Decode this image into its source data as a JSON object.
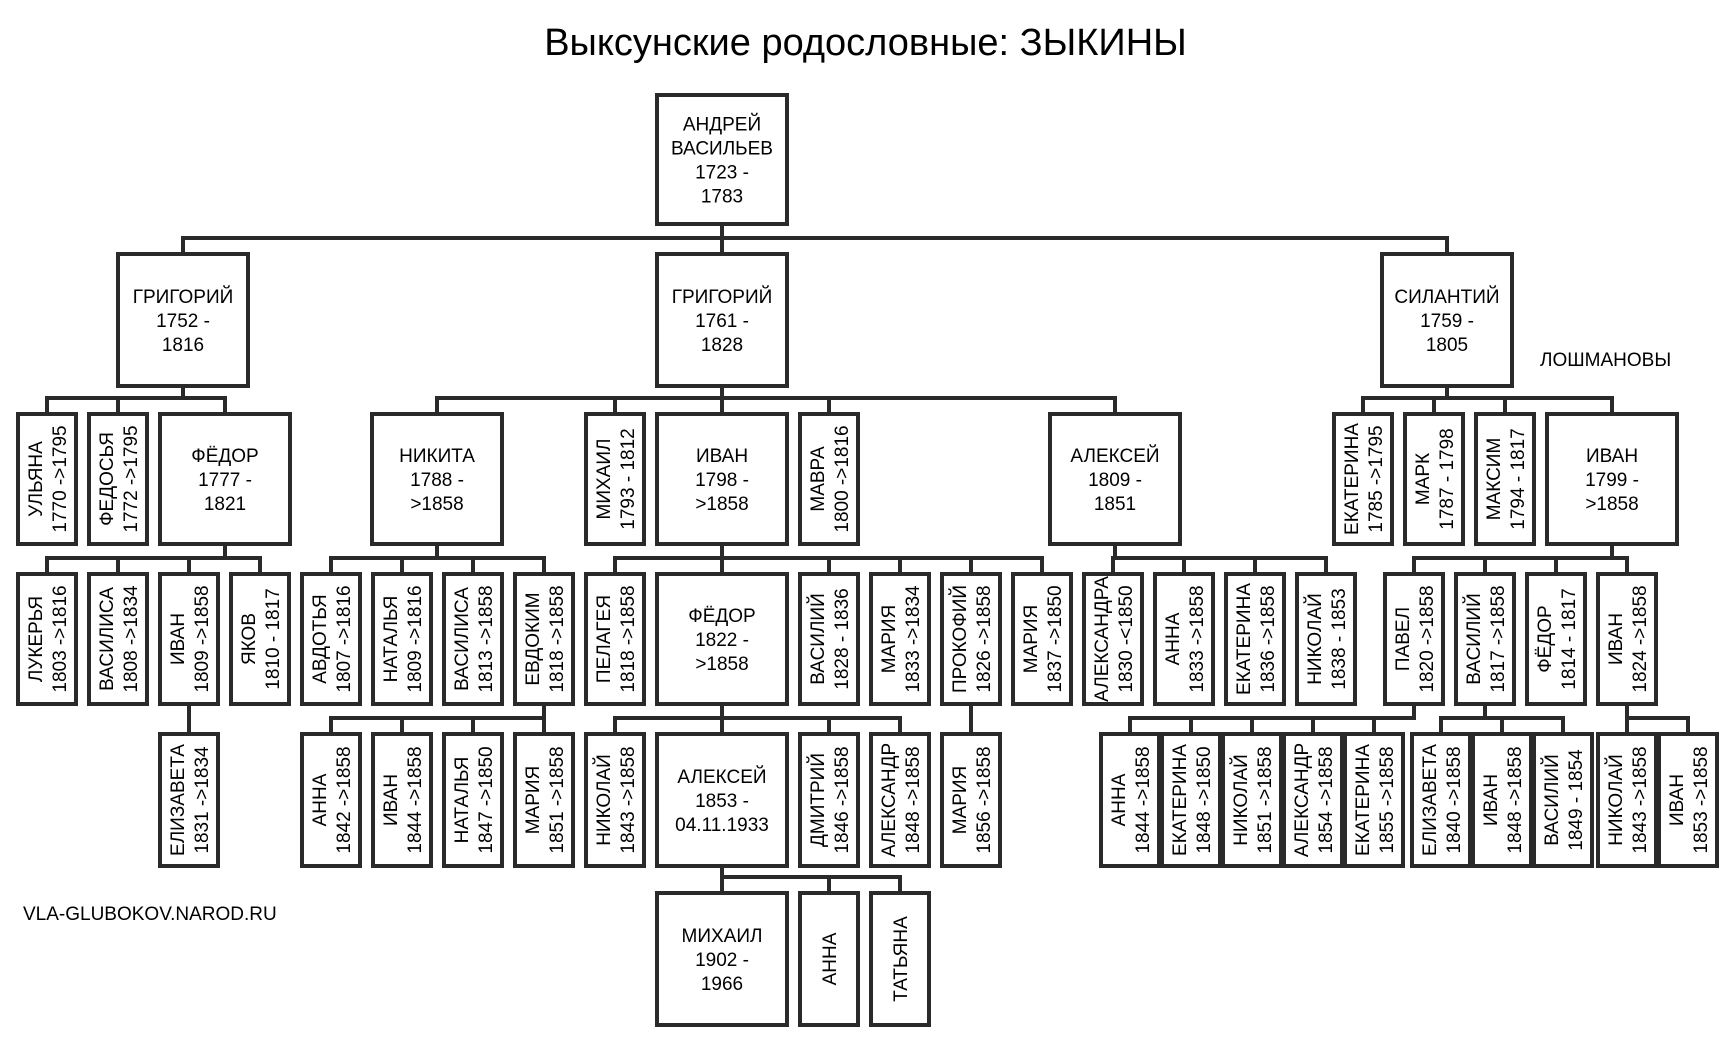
{
  "title": "Выксунские родословные: ЗЫКИНЫ",
  "side_label": "ЛОШМАНОВЫ",
  "watermark": "VLA-GLUBOKOV.NAROD.RU",
  "people": [
    {
      "id": "andrey",
      "name": "АНДРЕЙ ВАСИЛЬЕВ",
      "dates": "1723 - 1783",
      "lines": [
        "АНДРЕЙ",
        "ВАСИЛЬЕВ",
        "1723 -",
        "1783"
      ],
      "parent": null,
      "vertical": false
    },
    {
      "id": "grigoriy1752",
      "name": "ГРИГОРИЙ",
      "dates": "1752 - 1816",
      "lines": [
        "ГРИГОРИЙ",
        "1752 -",
        "1816"
      ],
      "parent": "andrey",
      "vertical": false
    },
    {
      "id": "grigoriy1761",
      "name": "ГРИГОРИЙ",
      "dates": "1761 - 1828",
      "lines": [
        "ГРИГОРИЙ",
        "1761 -",
        "1828"
      ],
      "parent": "andrey",
      "vertical": false
    },
    {
      "id": "silantiy",
      "name": "СИЛАНТИЙ",
      "dates": "1759 - 1805",
      "lines": [
        "СИЛАНТИЙ",
        "1759 -",
        "1805"
      ],
      "parent": "andrey",
      "vertical": false
    },
    {
      "id": "ulyana",
      "lines": [
        "УЛЬЯНА",
        "1770 ->1795"
      ],
      "parent": "grigoriy1752",
      "vertical": true
    },
    {
      "id": "fedosya",
      "lines": [
        "ФЕДОСЬЯ",
        "1772 ->1795"
      ],
      "parent": "grigoriy1752",
      "vertical": true
    },
    {
      "id": "fedor1777",
      "lines": [
        "ФЁДОР",
        "1777 -",
        "1821"
      ],
      "parent": "grigoriy1752",
      "vertical": false
    },
    {
      "id": "lukerya",
      "lines": [
        "ЛУКЕРЬЯ",
        "1803 ->1816"
      ],
      "parent": "fedor1777",
      "vertical": true
    },
    {
      "id": "vasilisa1808",
      "lines": [
        "ВАСИЛИСА",
        "1808 ->1834"
      ],
      "parent": "fedor1777",
      "vertical": true
    },
    {
      "id": "ivan1809",
      "lines": [
        "ИВАН",
        "1809 ->1858"
      ],
      "parent": "fedor1777",
      "vertical": true
    },
    {
      "id": "yakov",
      "lines": [
        "ЯКОВ",
        "1810 - 1817"
      ],
      "parent": "fedor1777",
      "vertical": true
    },
    {
      "id": "elizaveta1831",
      "lines": [
        "ЕЛИЗАВЕТА",
        "1831 ->1834"
      ],
      "parent": "ivan1809",
      "vertical": true
    },
    {
      "id": "nikita",
      "lines": [
        "НИКИТА",
        "1788 -",
        ">1858"
      ],
      "parent": "grigoriy1761",
      "vertical": false
    },
    {
      "id": "mikhail1793",
      "lines": [
        "МИХАИЛ",
        "1793 - 1812"
      ],
      "parent": "grigoriy1761",
      "vertical": true
    },
    {
      "id": "ivan1798",
      "lines": [
        "ИВАН",
        "1798 -",
        ">1858"
      ],
      "parent": "grigoriy1761",
      "vertical": false
    },
    {
      "id": "mavra",
      "lines": [
        "МАВРА",
        "1800 ->1816"
      ],
      "parent": "grigoriy1761",
      "vertical": true
    },
    {
      "id": "aleksey1809",
      "lines": [
        "АЛЕКСЕЙ",
        "1809 -",
        "1851"
      ],
      "parent": "grigoriy1761",
      "vertical": false
    },
    {
      "id": "avdotya",
      "lines": [
        "АВДОТЬЯ",
        "1807 ->1816"
      ],
      "parent": "nikita",
      "vertical": true
    },
    {
      "id": "natalya1809",
      "lines": [
        "НАТАЛЬЯ",
        "1809 ->1816"
      ],
      "parent": "nikita",
      "vertical": true
    },
    {
      "id": "vasilisa1813",
      "lines": [
        "ВАСИЛИСА",
        "1813 ->1858"
      ],
      "parent": "nikita",
      "vertical": true
    },
    {
      "id": "evdokim",
      "lines": [
        "ЕВДОКИМ",
        "1818 ->1858"
      ],
      "parent": "nikita",
      "vertical": true
    },
    {
      "id": "anna1842",
      "lines": [
        "АННА",
        "1842 ->1858"
      ],
      "parent": "evdokim",
      "vertical": true
    },
    {
      "id": "ivan1844",
      "lines": [
        "ИВАН",
        "1844 ->1858"
      ],
      "parent": "evdokim",
      "vertical": true
    },
    {
      "id": "natalya1847",
      "lines": [
        "НАТАЛЬЯ",
        "1847 ->1850"
      ],
      "parent": "evdokim",
      "vertical": true
    },
    {
      "id": "mariya1851",
      "lines": [
        "МАРИЯ",
        "1851 ->1858"
      ],
      "parent": "evdokim",
      "vertical": true
    },
    {
      "id": "pelageya",
      "lines": [
        "ПЕЛАГЕЯ",
        "1818 ->1858"
      ],
      "parent": "ivan1798",
      "vertical": true
    },
    {
      "id": "fedor1822",
      "lines": [
        "ФЁДОР",
        "1822 -",
        ">1858"
      ],
      "parent": "ivan1798",
      "vertical": false
    },
    {
      "id": "vasiliy1828",
      "lines": [
        "ВАСИЛИЙ",
        "1828 - 1836"
      ],
      "parent": "ivan1798",
      "vertical": true
    },
    {
      "id": "mariya1833",
      "lines": [
        "МАРИЯ",
        "1833 ->1834"
      ],
      "parent": "ivan1798",
      "vertical": true
    },
    {
      "id": "prokofiy",
      "lines": [
        "ПРОКОФИЙ",
        "1826 ->1858"
      ],
      "parent": "ivan1798",
      "vertical": true
    },
    {
      "id": "mariya1837",
      "lines": [
        "МАРИЯ",
        "1837 ->1850"
      ],
      "parent": "ivan1798",
      "vertical": true
    },
    {
      "id": "nikolay1843a",
      "lines": [
        "НИКОЛАЙ",
        "1843 ->1858"
      ],
      "parent": "fedor1822",
      "vertical": true
    },
    {
      "id": "aleksey1853",
      "lines": [
        "АЛЕКСЕЙ",
        "1853 -",
        "04.11.1933"
      ],
      "parent": "fedor1822",
      "vertical": false
    },
    {
      "id": "dmitriy",
      "lines": [
        "ДМИТРИЙ",
        "1846 ->1858"
      ],
      "parent": "fedor1822",
      "vertical": true
    },
    {
      "id": "aleksandr1848",
      "lines": [
        "АЛЕКСАНДР",
        "1848 ->1858"
      ],
      "parent": "fedor1822",
      "vertical": true
    },
    {
      "id": "mariya1856",
      "lines": [
        "МАРИЯ",
        "1856 ->1858"
      ],
      "parent": "prokofiy",
      "vertical": true
    },
    {
      "id": "mikhail1902",
      "lines": [
        "МИХАИЛ",
        "1902 -",
        "1966"
      ],
      "parent": "aleksey1853",
      "vertical": false
    },
    {
      "id": "anna_b",
      "lines": [
        "АННА"
      ],
      "parent": "aleksey1853",
      "vertical": true
    },
    {
      "id": "tatyana",
      "lines": [
        "ТАТЬЯНА"
      ],
      "parent": "aleksey1853",
      "vertical": true
    },
    {
      "id": "aleksandra1830",
      "lines": [
        "АЛЕКСАНДРА",
        "1830 -<1850"
      ],
      "parent": "aleksey1809",
      "vertical": true
    },
    {
      "id": "anna1833",
      "lines": [
        "АННА",
        "1833 ->1858"
      ],
      "parent": "aleksey1809",
      "vertical": true
    },
    {
      "id": "ekaterina1836",
      "lines": [
        "ЕКАТЕРИНА",
        "1836 ->1858"
      ],
      "parent": "aleksey1809",
      "vertical": true
    },
    {
      "id": "nikolay1838",
      "lines": [
        "НИКОЛАЙ",
        "1838 - 1853"
      ],
      "parent": "aleksey1809",
      "vertical": true
    },
    {
      "id": "ekaterina1785",
      "lines": [
        "ЕКАТЕРИНА",
        "1785 ->1795"
      ],
      "parent": "silantiy",
      "vertical": true
    },
    {
      "id": "mark",
      "lines": [
        "МАРК",
        "1787 - 1798"
      ],
      "parent": "silantiy",
      "vertical": true
    },
    {
      "id": "maksim",
      "lines": [
        "МАКСИМ",
        "1794 - 1817"
      ],
      "parent": "silantiy",
      "vertical": true
    },
    {
      "id": "ivan1799",
      "lines": [
        "ИВАН",
        "1799 -",
        ">1858"
      ],
      "parent": "silantiy",
      "vertical": false
    },
    {
      "id": "pavel",
      "lines": [
        "ПАВЕЛ",
        "1820 ->1858"
      ],
      "parent": "ivan1799",
      "vertical": true
    },
    {
      "id": "vasiliy1817",
      "lines": [
        "ВАСИЛИЙ",
        "1817 ->1858"
      ],
      "parent": "ivan1799",
      "vertical": true
    },
    {
      "id": "fedor1814",
      "lines": [
        "ФЁДОР",
        "1814 - 1817"
      ],
      "parent": "ivan1799",
      "vertical": true
    },
    {
      "id": "ivan1824",
      "lines": [
        "ИВАН",
        "1824 ->1858"
      ],
      "parent": "ivan1799",
      "vertical": true
    },
    {
      "id": "anna1844",
      "lines": [
        "АННА",
        "1844 ->1858"
      ],
      "parent": "pavel",
      "vertical": true
    },
    {
      "id": "ekaterina1848",
      "lines": [
        "ЕКАТЕРИНА",
        "1848 ->1850"
      ],
      "parent": "pavel",
      "vertical": true
    },
    {
      "id": "nikolay1851",
      "lines": [
        "НИКОЛАЙ",
        "1851 ->1858"
      ],
      "parent": "pavel",
      "vertical": true
    },
    {
      "id": "aleksandr1854",
      "lines": [
        "АЛЕКСАНДР",
        "1854 ->1858"
      ],
      "parent": "pavel",
      "vertical": true
    },
    {
      "id": "ekaterina1855",
      "lines": [
        "ЕКАТЕРИНА",
        "1855 ->1858"
      ],
      "parent": "pavel",
      "vertical": true
    },
    {
      "id": "elizaveta1840",
      "lines": [
        "ЕЛИЗАВЕТА",
        "1840 ->1858"
      ],
      "parent": "vasiliy1817",
      "vertical": true
    },
    {
      "id": "ivan1848",
      "lines": [
        "ИВАН",
        "1848 ->1858"
      ],
      "parent": "vasiliy1817",
      "vertical": true
    },
    {
      "id": "vasiliy1849",
      "lines": [
        "ВАСИЛИЙ",
        "1849 - 1854"
      ],
      "parent": "vasiliy1817",
      "vertical": true
    },
    {
      "id": "nikolay1843b",
      "lines": [
        "НИКОЛАЙ",
        "1843 ->1858"
      ],
      "parent": "ivan1824",
      "vertical": true
    },
    {
      "id": "ivan1853",
      "lines": [
        "ИВАН",
        "1853 ->1858"
      ],
      "parent": "ivan1824",
      "vertical": true
    }
  ]
}
